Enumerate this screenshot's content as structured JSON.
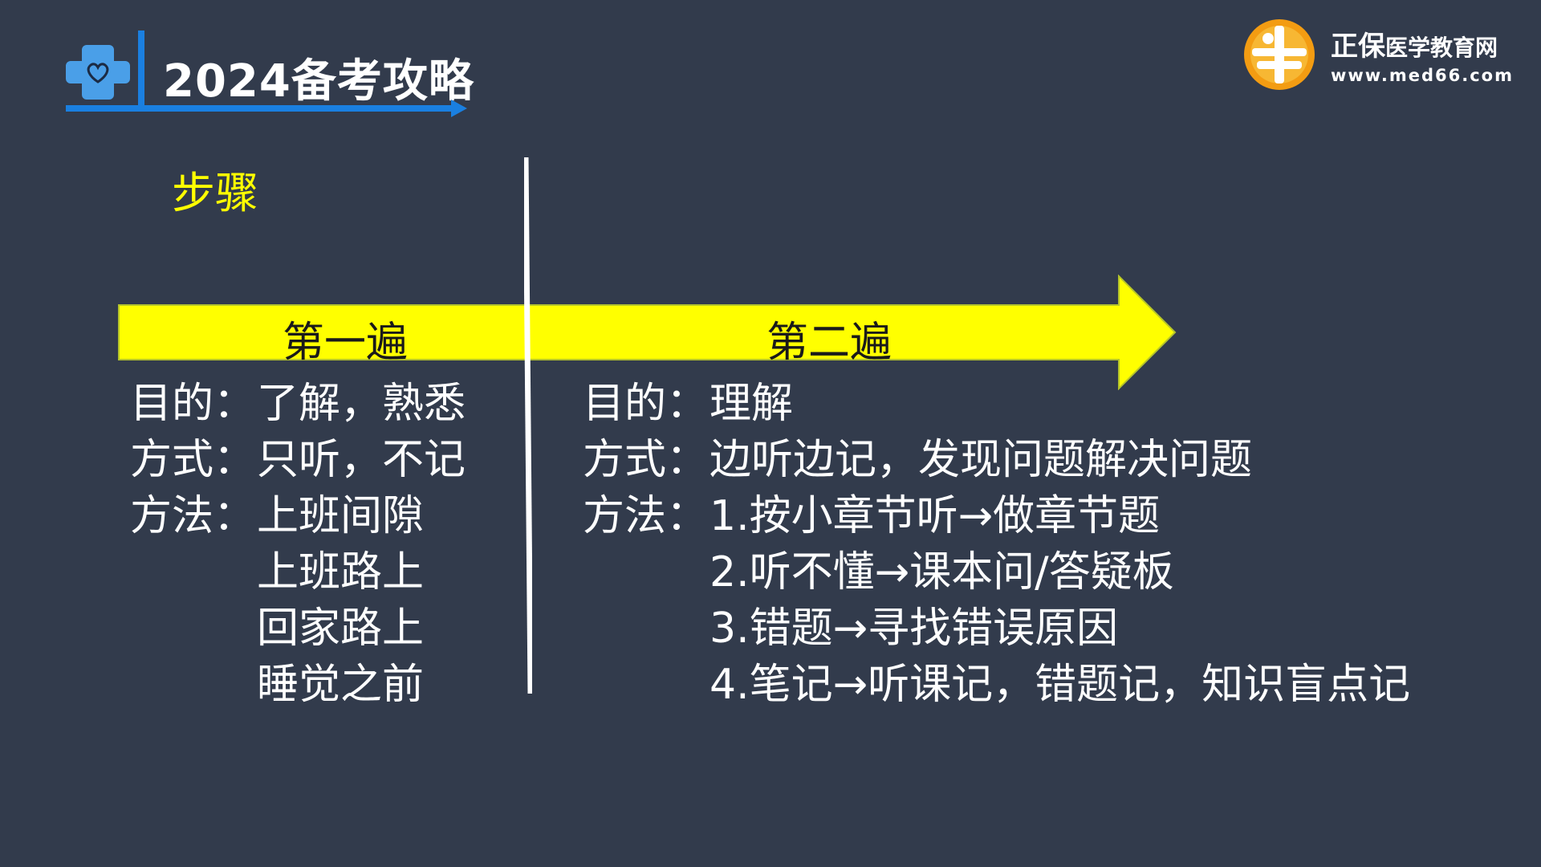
{
  "header": {
    "title": "2024备考攻略",
    "accent": "#1a7fe0"
  },
  "brand": {
    "name": "正保",
    "name_sub": "医学教育网",
    "url": "www.med66.com",
    "colors": {
      "orange": "#f39c12",
      "white": "#ffffff"
    }
  },
  "section": {
    "label": "步骤",
    "color": "#ffff00"
  },
  "timeline": {
    "color": "#ffff00",
    "stage1_label": "第一遍",
    "stage2_label": "第二遍"
  },
  "stage1": {
    "purpose_key": "目的：",
    "purpose_val": "了解，熟悉",
    "mode_key": "方式：",
    "mode_val": "只听，不记",
    "method_key": "方法：",
    "methods": [
      "上班间隙",
      "上班路上",
      "回家路上",
      "睡觉之前"
    ]
  },
  "stage2": {
    "purpose_key": "目的：",
    "purpose_val": "理解",
    "mode_key": "方式：",
    "mode_val": "边听边记，发现问题解决问题",
    "method_key": "方法：",
    "methods": [
      "1.按小章节听→做章节题",
      "2.听不懂→课本问/答疑板",
      "3.错题→寻找错误原因",
      "4.笔记→听课记，错题记，知识盲点记"
    ]
  }
}
